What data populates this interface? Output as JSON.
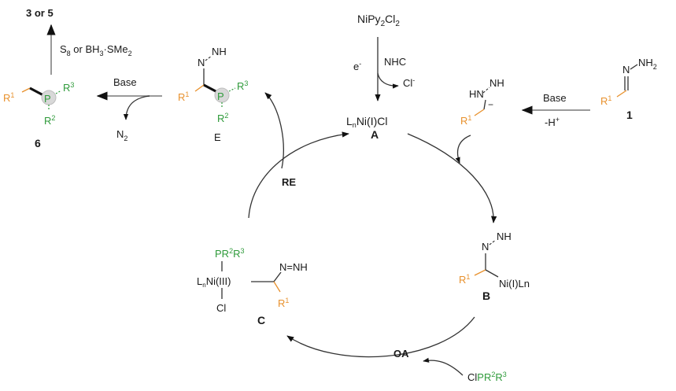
{
  "colors": {
    "r1": "#e8912d",
    "phosphorus": "#2e9a3a",
    "text": "#1a1a1a",
    "reagent_arrow": "#9a9a9a"
  },
  "precatalyst": {
    "formula": "NiPy",
    "sub1": "2",
    "cl": "Cl",
    "sub2": "2",
    "e_label": "e",
    "e_sup": "-",
    "nhc_label": "NHC",
    "cl_out": "Cl",
    "cl_out_sup": "-"
  },
  "species_A": {
    "formula_L": "L",
    "formula_n": "n",
    "formula_rest": "Ni(I)Cl",
    "label": "A"
  },
  "hydrazone_1": {
    "nh2": "NH",
    "nh2_sub": "2",
    "n": "N",
    "r": "R",
    "r_sup": "1",
    "label": "1"
  },
  "deprotonation": {
    "top": "Base",
    "bottom": "-H",
    "bottom_sup": "+"
  },
  "anion": {
    "hn": "HN",
    "nh": "NH",
    "charge": "−",
    "r": "R",
    "r_sup": "1"
  },
  "species_B": {
    "nh": "NH",
    "n": "N",
    "r": "R",
    "r_sup": "1",
    "ni": "Ni(I)Ln",
    "label": "B"
  },
  "oxidative_addition": {
    "label": "OA",
    "reagent_cl": "Cl",
    "reagent_p": "PR",
    "reagent_sup2": "2",
    "reagent_r3": "R",
    "reagent_sup3": "3"
  },
  "species_C": {
    "p_top": "PR",
    "p_sup2": "2",
    "p_r3": "R",
    "p_sup3": "3",
    "ni_L": "L",
    "ni_n": "n",
    "ni_rest": "Ni(III)",
    "cl": "Cl",
    "n_eq_nh": "N=NH",
    "r": "R",
    "r_sup": "1",
    "label": "C"
  },
  "reductive_elimination": {
    "label": "RE"
  },
  "species_E": {
    "n": "N",
    "nh": "NH",
    "r1": "R",
    "r1_sup": "1",
    "p": "P",
    "r3": "R",
    "r3_sup": "3",
    "r2": "R",
    "r2_sup": "2",
    "label": "E"
  },
  "denitrogenation": {
    "top": "Base",
    "n2": "N",
    "n2_sub": "2"
  },
  "product_6": {
    "r1": "R",
    "r1_sup": "1",
    "p": "P",
    "r3": "R",
    "r3_sup": "3",
    "r2": "R",
    "r2_sup": "2",
    "label": "6"
  },
  "derivatization": {
    "reagent_s": "S",
    "reagent_s_sub": "8",
    "reagent_or": " or BH",
    "reagent_bh_sub": "3",
    "reagent_rest": "·SMe",
    "reagent_me_sub": "2",
    "product": "3 or 5"
  }
}
